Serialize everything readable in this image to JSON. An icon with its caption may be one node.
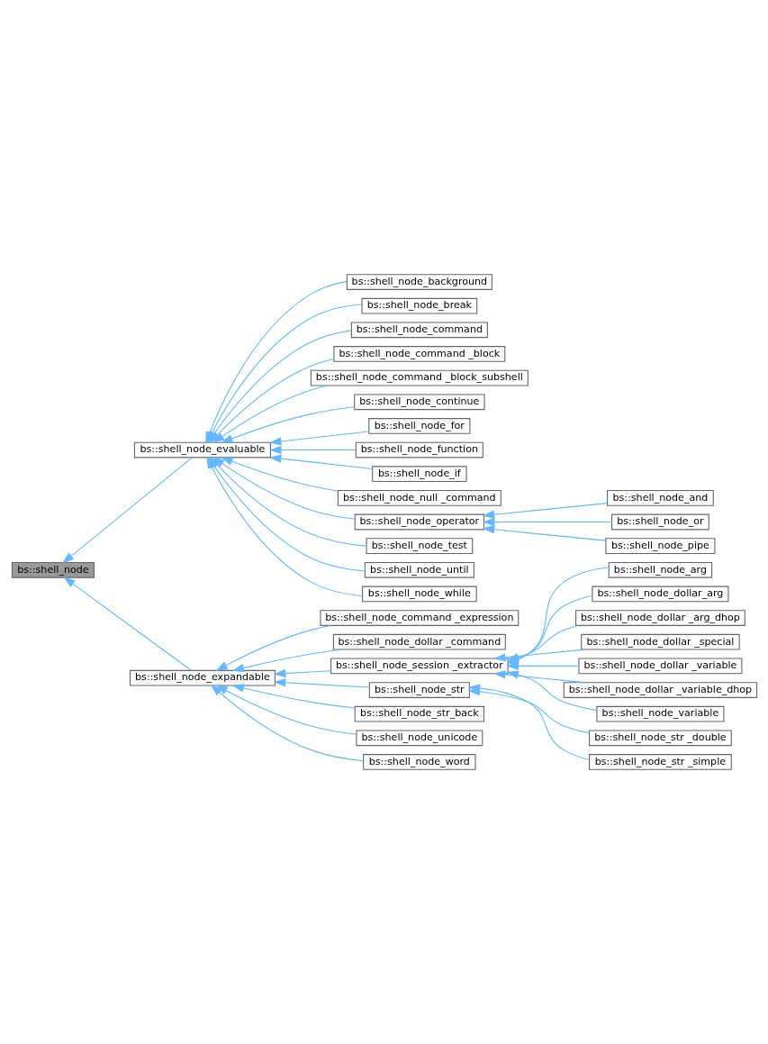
{
  "diagram": {
    "nodes": [
      {
        "text": [
          "bs::shell_node"
        ]
      },
      {
        "text": [
          "bs::shell_node_evaluable"
        ]
      },
      {
        "text": [
          "bs::shell_node_expandable"
        ]
      },
      {
        "text": [
          "bs::shell_node_background"
        ]
      },
      {
        "text": [
          "bs::shell_node_break"
        ]
      },
      {
        "text": [
          "bs::shell_node_command"
        ]
      },
      {
        "text": [
          "bs::shell_node_command _block"
        ]
      },
      {
        "text": [
          "bs::shell_node_command _block_subshell"
        ]
      },
      {
        "text": [
          "bs::shell_node_continue"
        ]
      },
      {
        "text": [
          "bs::shell_node_for"
        ]
      },
      {
        "text": [
          "bs::shell_node_function"
        ]
      },
      {
        "text": [
          "bs::shell_node_if"
        ]
      },
      {
        "text": [
          "bs::shell_node_null _command"
        ]
      },
      {
        "text": [
          "bs::shell_node_operator"
        ]
      },
      {
        "text": [
          "bs::shell_node_test"
        ]
      },
      {
        "text": [
          "bs::shell_node_until"
        ]
      },
      {
        "text": [
          "bs::shell_node_while"
        ]
      },
      {
        "text": [
          "bs::shell_node_and"
        ]
      },
      {
        "text": [
          "bs::shell_node_or"
        ]
      },
      {
        "text": [
          "bs::shell_node_pipe"
        ]
      },
      {
        "text": [
          "bs::shell_node_command _expression"
        ]
      },
      {
        "text": [
          "bs::shell_node_dollar _command"
        ]
      },
      {
        "text": [
          "bs::shell_node_session _extractor"
        ]
      },
      {
        "text": [
          "bs::shell_node_str"
        ]
      },
      {
        "text": [
          "bs::shell_node_str_back"
        ]
      },
      {
        "text": [
          "bs::shell_node_unicode"
        ]
      },
      {
        "text": [
          "bs::shell_node_word"
        ]
      },
      {
        "text": [
          "bs::shell_node_arg"
        ]
      },
      {
        "text": [
          "bs::shell_node_dollar_arg"
        ]
      },
      {
        "text": [
          "bs::shell_node_dollar _arg_dhop"
        ]
      },
      {
        "text": [
          "bs::shell_node_dollar _special"
        ]
      },
      {
        "text": [
          "bs::shell_node_dollar _variable"
        ]
      },
      {
        "text": [
          "bs::shell_node_dollar _variable_dhop"
        ]
      },
      {
        "text": [
          "bs::shell_node_variable"
        ]
      },
      {
        "text": [
          "bs::shell_node_str _double"
        ]
      },
      {
        "text": [
          "bs::shell_node_str _simple"
        ]
      }
    ],
    "edges": [
      {
        "from": 1,
        "to": 0,
        "arrow": "to"
      },
      {
        "from": 2,
        "to": 0,
        "arrow": "to"
      },
      {
        "from": 3,
        "to": 1,
        "arrow": "to"
      },
      {
        "from": 4,
        "to": 1,
        "arrow": "to"
      },
      {
        "from": 5,
        "to": 1,
        "arrow": "to"
      },
      {
        "from": 6,
        "to": 1,
        "arrow": "to"
      },
      {
        "from": 7,
        "to": 1,
        "arrow": "to"
      },
      {
        "from": 8,
        "to": 1,
        "arrow": "to"
      },
      {
        "from": 9,
        "to": 1,
        "arrow": "to"
      },
      {
        "from": 10,
        "to": 1,
        "arrow": "to"
      },
      {
        "from": 11,
        "to": 1,
        "arrow": "to"
      },
      {
        "from": 12,
        "to": 1,
        "arrow": "to"
      },
      {
        "from": 13,
        "to": 1,
        "arrow": "to"
      },
      {
        "from": 14,
        "to": 1,
        "arrow": "to"
      },
      {
        "from": 15,
        "to": 1,
        "arrow": "to"
      },
      {
        "from": 16,
        "to": 1,
        "arrow": "to"
      },
      {
        "from": 17,
        "to": 13,
        "arrow": "to"
      },
      {
        "from": 18,
        "to": 13,
        "arrow": "to"
      },
      {
        "from": 19,
        "to": 13,
        "arrow": "to"
      },
      {
        "from": 20,
        "to": 2,
        "arrow": "to"
      },
      {
        "from": 21,
        "to": 2,
        "arrow": "to"
      },
      {
        "from": 22,
        "to": 2,
        "arrow": "to"
      },
      {
        "from": 23,
        "to": 2,
        "arrow": "to"
      },
      {
        "from": 24,
        "to": 2,
        "arrow": "to"
      },
      {
        "from": 25,
        "to": 2,
        "arrow": "to"
      },
      {
        "from": 26,
        "to": 2,
        "arrow": "to"
      },
      {
        "from": 27,
        "to": 22,
        "arrow": "to"
      },
      {
        "from": 28,
        "to": 22,
        "arrow": "to"
      },
      {
        "from": 29,
        "to": 22,
        "arrow": "to"
      },
      {
        "from": 30,
        "to": 22,
        "arrow": "to"
      },
      {
        "from": 31,
        "to": 22,
        "arrow": "to"
      },
      {
        "from": 32,
        "to": 22,
        "arrow": "to"
      },
      {
        "from": 33,
        "to": 22,
        "arrow": "to"
      },
      {
        "from": 34,
        "to": 23,
        "arrow": "to"
      },
      {
        "from": 35,
        "to": 23,
        "arrow": "to"
      }
    ]
  }
}
